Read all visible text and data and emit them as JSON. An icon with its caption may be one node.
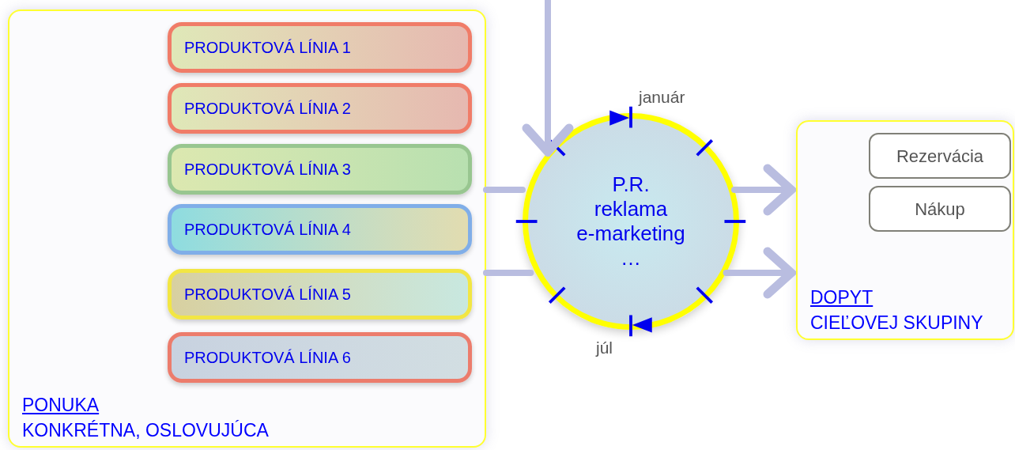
{
  "diagram": {
    "nodes": [
      {
        "text": [
          "PONUKA",
          "KONKRÉTNA, OSLOVUJÚCA"
        ]
      },
      {
        "text": [
          "PRODUKTOVÁ LÍNIA 1"
        ],
        "in": 0
      },
      {
        "text": [
          "PRODUKTOVÁ LÍNIA 2"
        ],
        "in": 0
      },
      {
        "text": [
          "PRODUKTOVÁ LÍNIA 3"
        ],
        "in": 0
      },
      {
        "text": [
          "PRODUKTOVÁ LÍNIA 4"
        ],
        "in": 0
      },
      {
        "text": [
          "PRODUKTOVÁ LÍNIA 5"
        ],
        "in": 0
      },
      {
        "text": [
          "PRODUKTOVÁ LÍNIA 6"
        ],
        "in": 0
      },
      {
        "text": [
          "P.R.",
          "reklama",
          "e-marketing",
          "…"
        ],
        "beside": [
          "január",
          "júl"
        ]
      },
      {
        "text": [
          "DOPYT",
          "CIEĽOVEJ SKUPINY"
        ]
      },
      {
        "text": [
          "Rezervácia"
        ],
        "in": 8
      },
      {
        "text": [
          "Nákup"
        ],
        "in": 8
      }
    ],
    "edges": [
      {
        "from": null,
        "to": 7,
        "arrow": "to"
      },
      {
        "from": 0,
        "to": 7,
        "arrow": "none"
      },
      {
        "from": 0,
        "to": 7,
        "arrow": "none"
      },
      {
        "from": 7,
        "to": 8,
        "arrow": "to"
      },
      {
        "from": 7,
        "to": 8,
        "arrow": "to"
      }
    ]
  }
}
